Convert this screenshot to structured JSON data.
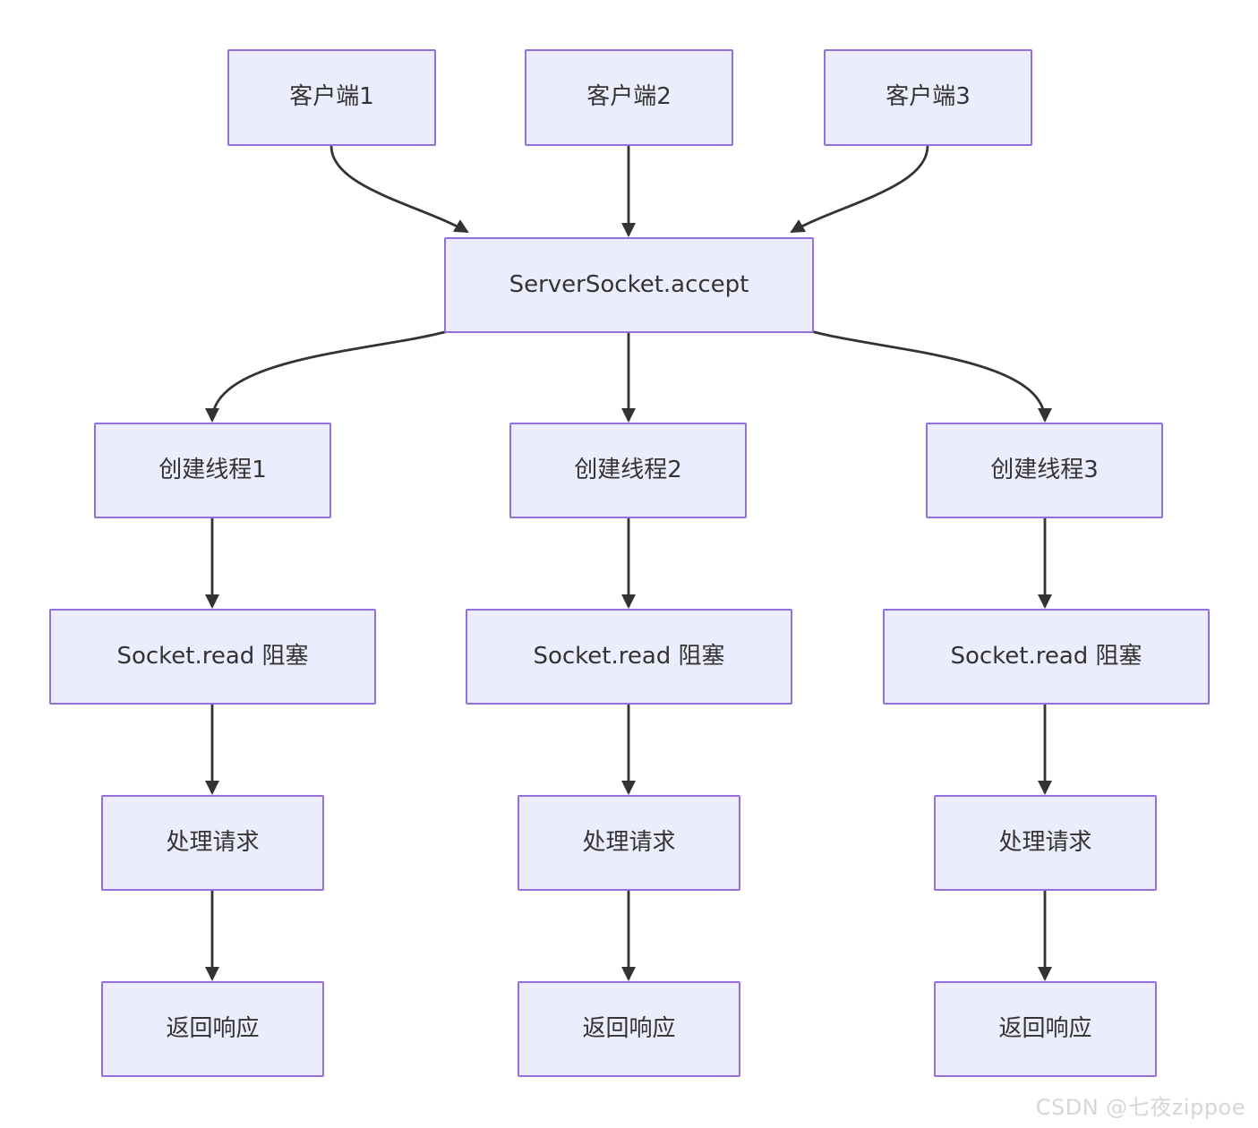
{
  "colors": {
    "background": "#ffffff",
    "node_fill": "#ECECFF",
    "node_border": "#9370DB",
    "node_text": "#333333",
    "arrow": "#333333",
    "watermark_text": "#d6d6d6"
  },
  "diagram": {
    "type": "flowchart",
    "nodes": {
      "client1": {
        "label": "客户端1"
      },
      "client2": {
        "label": "客户端2"
      },
      "client3": {
        "label": "客户端3"
      },
      "accept": {
        "label": "ServerSocket.accept"
      },
      "thread1": {
        "label": "创建线程1"
      },
      "thread2": {
        "label": "创建线程2"
      },
      "thread3": {
        "label": "创建线程3"
      },
      "read1": {
        "label": "Socket.read 阻塞"
      },
      "read2": {
        "label": "Socket.read 阻塞"
      },
      "read3": {
        "label": "Socket.read 阻塞"
      },
      "process1": {
        "label": "处理请求"
      },
      "process2": {
        "label": "处理请求"
      },
      "process3": {
        "label": "处理请求"
      },
      "response1": {
        "label": "返回响应"
      },
      "response2": {
        "label": "返回响应"
      },
      "response3": {
        "label": "返回响应"
      }
    },
    "edges": [
      {
        "from": "client1",
        "to": "accept"
      },
      {
        "from": "client2",
        "to": "accept"
      },
      {
        "from": "client3",
        "to": "accept"
      },
      {
        "from": "accept",
        "to": "thread1"
      },
      {
        "from": "accept",
        "to": "thread2"
      },
      {
        "from": "accept",
        "to": "thread3"
      },
      {
        "from": "thread1",
        "to": "read1"
      },
      {
        "from": "thread2",
        "to": "read2"
      },
      {
        "from": "thread3",
        "to": "read3"
      },
      {
        "from": "read1",
        "to": "process1"
      },
      {
        "from": "read2",
        "to": "process2"
      },
      {
        "from": "read3",
        "to": "process3"
      },
      {
        "from": "process1",
        "to": "response1"
      },
      {
        "from": "process2",
        "to": "response2"
      },
      {
        "from": "process3",
        "to": "response3"
      }
    ]
  },
  "watermark": "CSDN @七夜zippoe"
}
